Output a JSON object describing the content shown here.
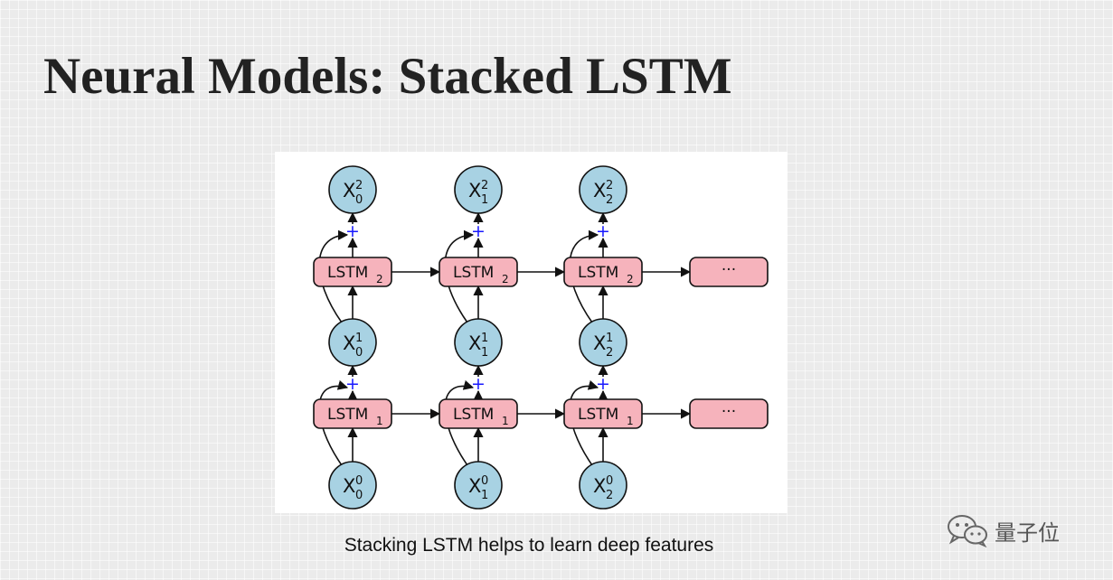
{
  "slide": {
    "title": "Neural Models: Stacked LSTM",
    "caption": "Stacking LSTM helps to learn deep features"
  },
  "diagram": {
    "columns": [
      "0",
      "1",
      "2"
    ],
    "layers": [
      {
        "cell": "LSTM",
        "index": "1",
        "input_sup": "0",
        "output_sup": "1"
      },
      {
        "cell": "LSTM",
        "index": "2",
        "input_sup": "1",
        "output_sup": "2"
      }
    ],
    "node_letter": "X",
    "continuation": "···",
    "combine_symbol": "+",
    "colors": {
      "node_fill": "#a8d2e3",
      "cell_fill": "#f6b3bc",
      "outline": "#111111",
      "plus": "#1a1aff"
    }
  },
  "watermark": {
    "icon": "wechat-icon",
    "text": "量子位"
  }
}
